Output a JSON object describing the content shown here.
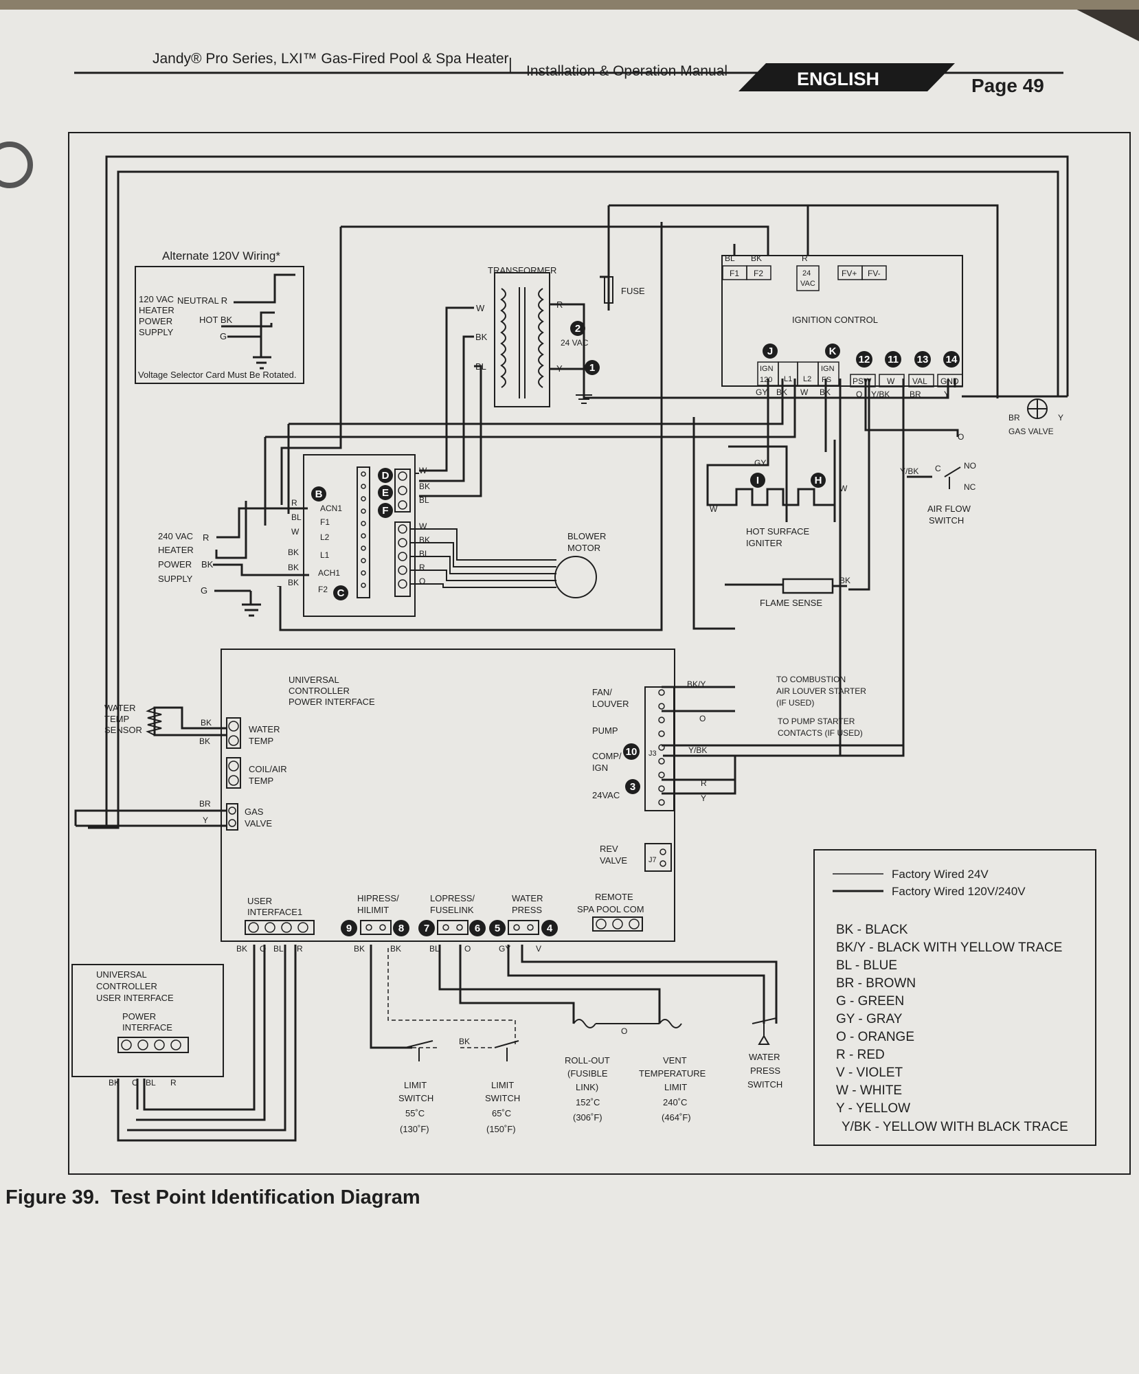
{
  "header": {
    "manual_title": "Jandy® Pro Series, LXI™ Gas-Fired Pool & Spa Heater",
    "separator": "|",
    "manual_subtitle": "Installation & Operation Manual",
    "language_tab": "ENGLISH",
    "page_label": "Page 49"
  },
  "figure": {
    "caption": "Figure 39.  Test Point Identification Diagram"
  },
  "alt_wiring": {
    "title": "Alternate 120V Wiring*",
    "supply_label": [
      "120 VAC",
      "HEATER",
      "POWER",
      "SUPPLY"
    ],
    "neutral": "NEUTRAL  R",
    "hot": "HOT  BK",
    "ground": "G",
    "note": "Voltage Selector Card Must Be Rotated."
  },
  "transformer": {
    "title": "TRANSFORMER",
    "left_wires": [
      "W",
      "BK",
      "BL"
    ],
    "right_wires": [
      "R",
      "Y"
    ],
    "vac": "24 VAC",
    "fuse": "FUSE"
  },
  "ignition": {
    "title": "IGNITION CONTROL",
    "top_wires": [
      "BL",
      "BK",
      "R"
    ],
    "top_terms": [
      "F1",
      "F2",
      "24",
      "VAC",
      "FV+",
      "FV-"
    ],
    "bottom_terms": [
      "IGN",
      "120",
      "L1",
      "L2",
      "IGN",
      "FS",
      "PSW",
      "W",
      "VAL",
      "GND"
    ],
    "bottom_wires": [
      "GY",
      "BK",
      "W",
      "BK",
      "O",
      "Y/BK",
      "BR",
      "Y"
    ]
  },
  "gas_valve": {
    "label": "GAS VALVE",
    "wires": [
      "BR",
      "Y"
    ]
  },
  "air_flow": {
    "label": [
      "AIR FLOW",
      "SWITCH"
    ],
    "no": "NO",
    "nc": "NC",
    "c": "C",
    "o": "O",
    "ybk": "Y/BK"
  },
  "igniter": {
    "label": [
      "HOT SURFACE",
      "IGNITER"
    ],
    "gy": "GY",
    "w1": "W",
    "w2": "W"
  },
  "flame": {
    "label": "FLAME SENSE",
    "bk": "BK"
  },
  "power240": {
    "label": [
      "240 VAC",
      "HEATER",
      "POWER",
      "SUPPLY"
    ],
    "r": "R",
    "bk": "BK",
    "g": "G",
    "terms": [
      "ACN1",
      "F1",
      "L2",
      "L1",
      "ACH1",
      "F2"
    ],
    "term_wires": [
      "R",
      "BL",
      "W",
      "BK",
      "BK",
      "BK"
    ]
  },
  "blower": {
    "label": [
      "BLOWER",
      "MOTOR"
    ],
    "upper_wires": [
      "W",
      "BK",
      "BL"
    ],
    "lower_wires": [
      "W",
      "BK",
      "BL",
      "R",
      "O"
    ]
  },
  "ucpi": {
    "title": [
      "UNIVERSAL",
      "CONTROLLER",
      "POWER INTERFACE"
    ],
    "water_sensor": [
      "WATER",
      "TEMP",
      "SENSOR"
    ],
    "sensor_wires": [
      "BK",
      "BK"
    ],
    "water_temp": [
      "WATER",
      "TEMP"
    ],
    "coil_temp": [
      "COIL/AIR",
      "TEMP"
    ],
    "gas_valve": [
      "GAS",
      "VALVE"
    ],
    "gas_wires": [
      "BR",
      "Y"
    ],
    "j3_labels": [
      "FAN/",
      "LOUVER",
      "PUMP",
      "COMP/",
      "IGN",
      "24VAC"
    ],
    "j3": "J3",
    "j7": "J7",
    "rev_valve": [
      "REV",
      "VALVE"
    ],
    "right_wires": [
      "BK/Y",
      "O",
      "Y/BK",
      "R",
      "Y"
    ],
    "combustion": [
      "TO COMBUSTION",
      "AIR LOUVER STARTER",
      "(IF USED)"
    ],
    "pump_starter": [
      "TO PUMP STARTER",
      "CONTACTS (IF USED)"
    ],
    "user_interface": [
      "USER",
      "INTERFACE1"
    ],
    "hipress": [
      "HIPRESS/",
      "HILIMIT"
    ],
    "lopress": [
      "LOPRESS/",
      "FUSELINK"
    ],
    "water_press": [
      "WATER",
      "PRESS"
    ],
    "remote": [
      "REMOTE",
      "SPA  POOL  COM"
    ],
    "bottom_wires": [
      "BK",
      "O",
      "BL",
      "R",
      "BK",
      "BK",
      "BL",
      "O",
      "GY",
      "V"
    ]
  },
  "ucui": {
    "title": [
      "UNIVERSAL",
      "CONTROLLER",
      "USER INTERFACE"
    ],
    "power": [
      "POWER",
      "INTERFACE"
    ],
    "wires": [
      "BK",
      "O",
      "BL",
      "R"
    ]
  },
  "switches": {
    "limit55": [
      "LIMIT",
      "SWITCH",
      "55˚C",
      "(130˚F)"
    ],
    "limit65": [
      "LIMIT",
      "SWITCH",
      "65˚C",
      "(150˚F)"
    ],
    "bk": "BK",
    "rollout": [
      "ROLL-OUT",
      "(FUSIBLE",
      "LINK)",
      "152˚C",
      "(306˚F)"
    ],
    "o": "O",
    "vent": [
      "VENT",
      "TEMPERATURE",
      "LIMIT",
      "240˚C",
      "(464˚F)"
    ],
    "water_press": [
      "WATER",
      "PRESS",
      "SWITCH"
    ]
  },
  "test_points": [
    "1",
    "2",
    "3",
    "4",
    "5",
    "6",
    "7",
    "8",
    "9",
    "10",
    "11",
    "12",
    "13",
    "14",
    "B",
    "C",
    "D",
    "E",
    "F",
    "H",
    "I",
    "J",
    "K"
  ],
  "legend": {
    "line_24v": "Factory Wired 24V",
    "line_120": "Factory Wired 120V/240V",
    "codes": [
      "BK - BLACK",
      "BK/Y - BLACK WITH YELLOW TRACE",
      "BL - BLUE",
      "BR - BROWN",
      "G - GREEN",
      "GY - GRAY",
      "O - ORANGE",
      "R - RED",
      "V - VIOLET",
      "W - WHITE",
      "Y - YELLOW",
      "Y/BK - YELLOW WITH BLACK TRACE"
    ]
  },
  "colors": {
    "paper": "#e9e8e4",
    "ink": "#1e1e1e",
    "background": "#3a3530",
    "tab": "#1a1a1a"
  }
}
